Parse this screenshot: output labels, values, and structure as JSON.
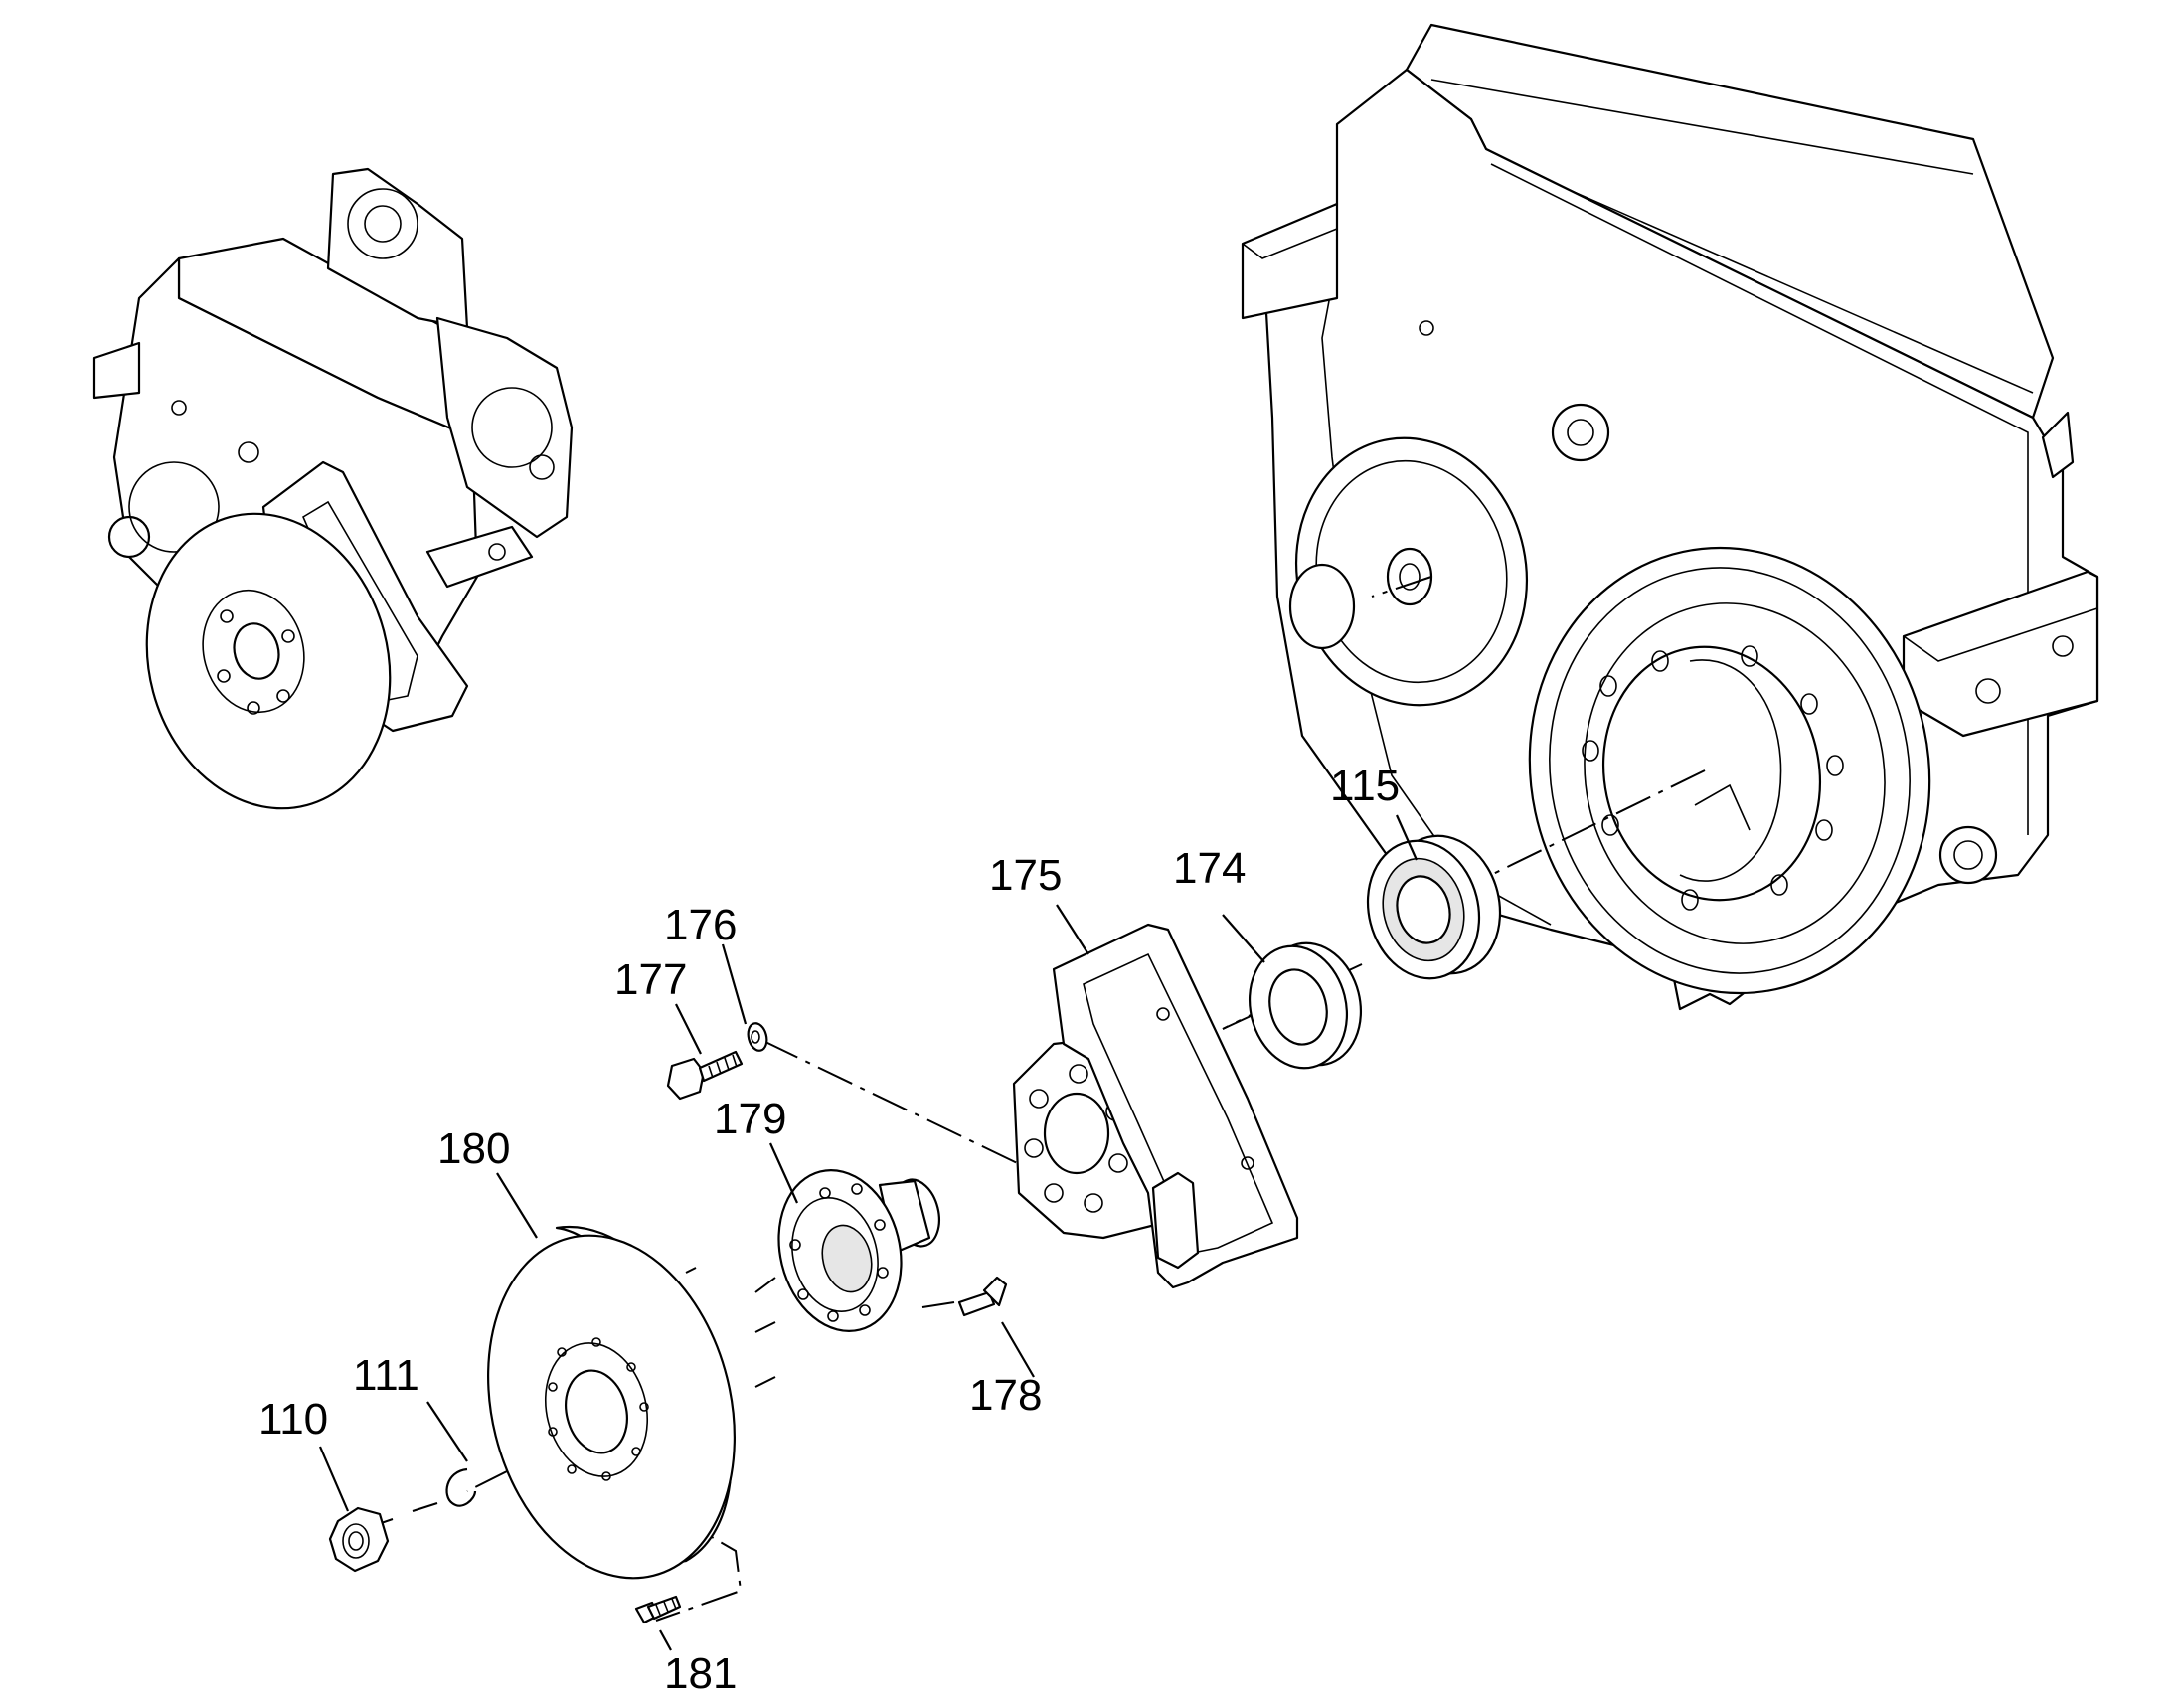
{
  "callouts": {
    "c110": "110",
    "c111": "111",
    "c115": "115",
    "c174": "174",
    "c175": "175",
    "c176": "176",
    "c177": "177",
    "c178": "178",
    "c179": "179",
    "c180": "180",
    "c181": "181"
  },
  "colors": {
    "line": "#000000",
    "background": "#ffffff"
  }
}
